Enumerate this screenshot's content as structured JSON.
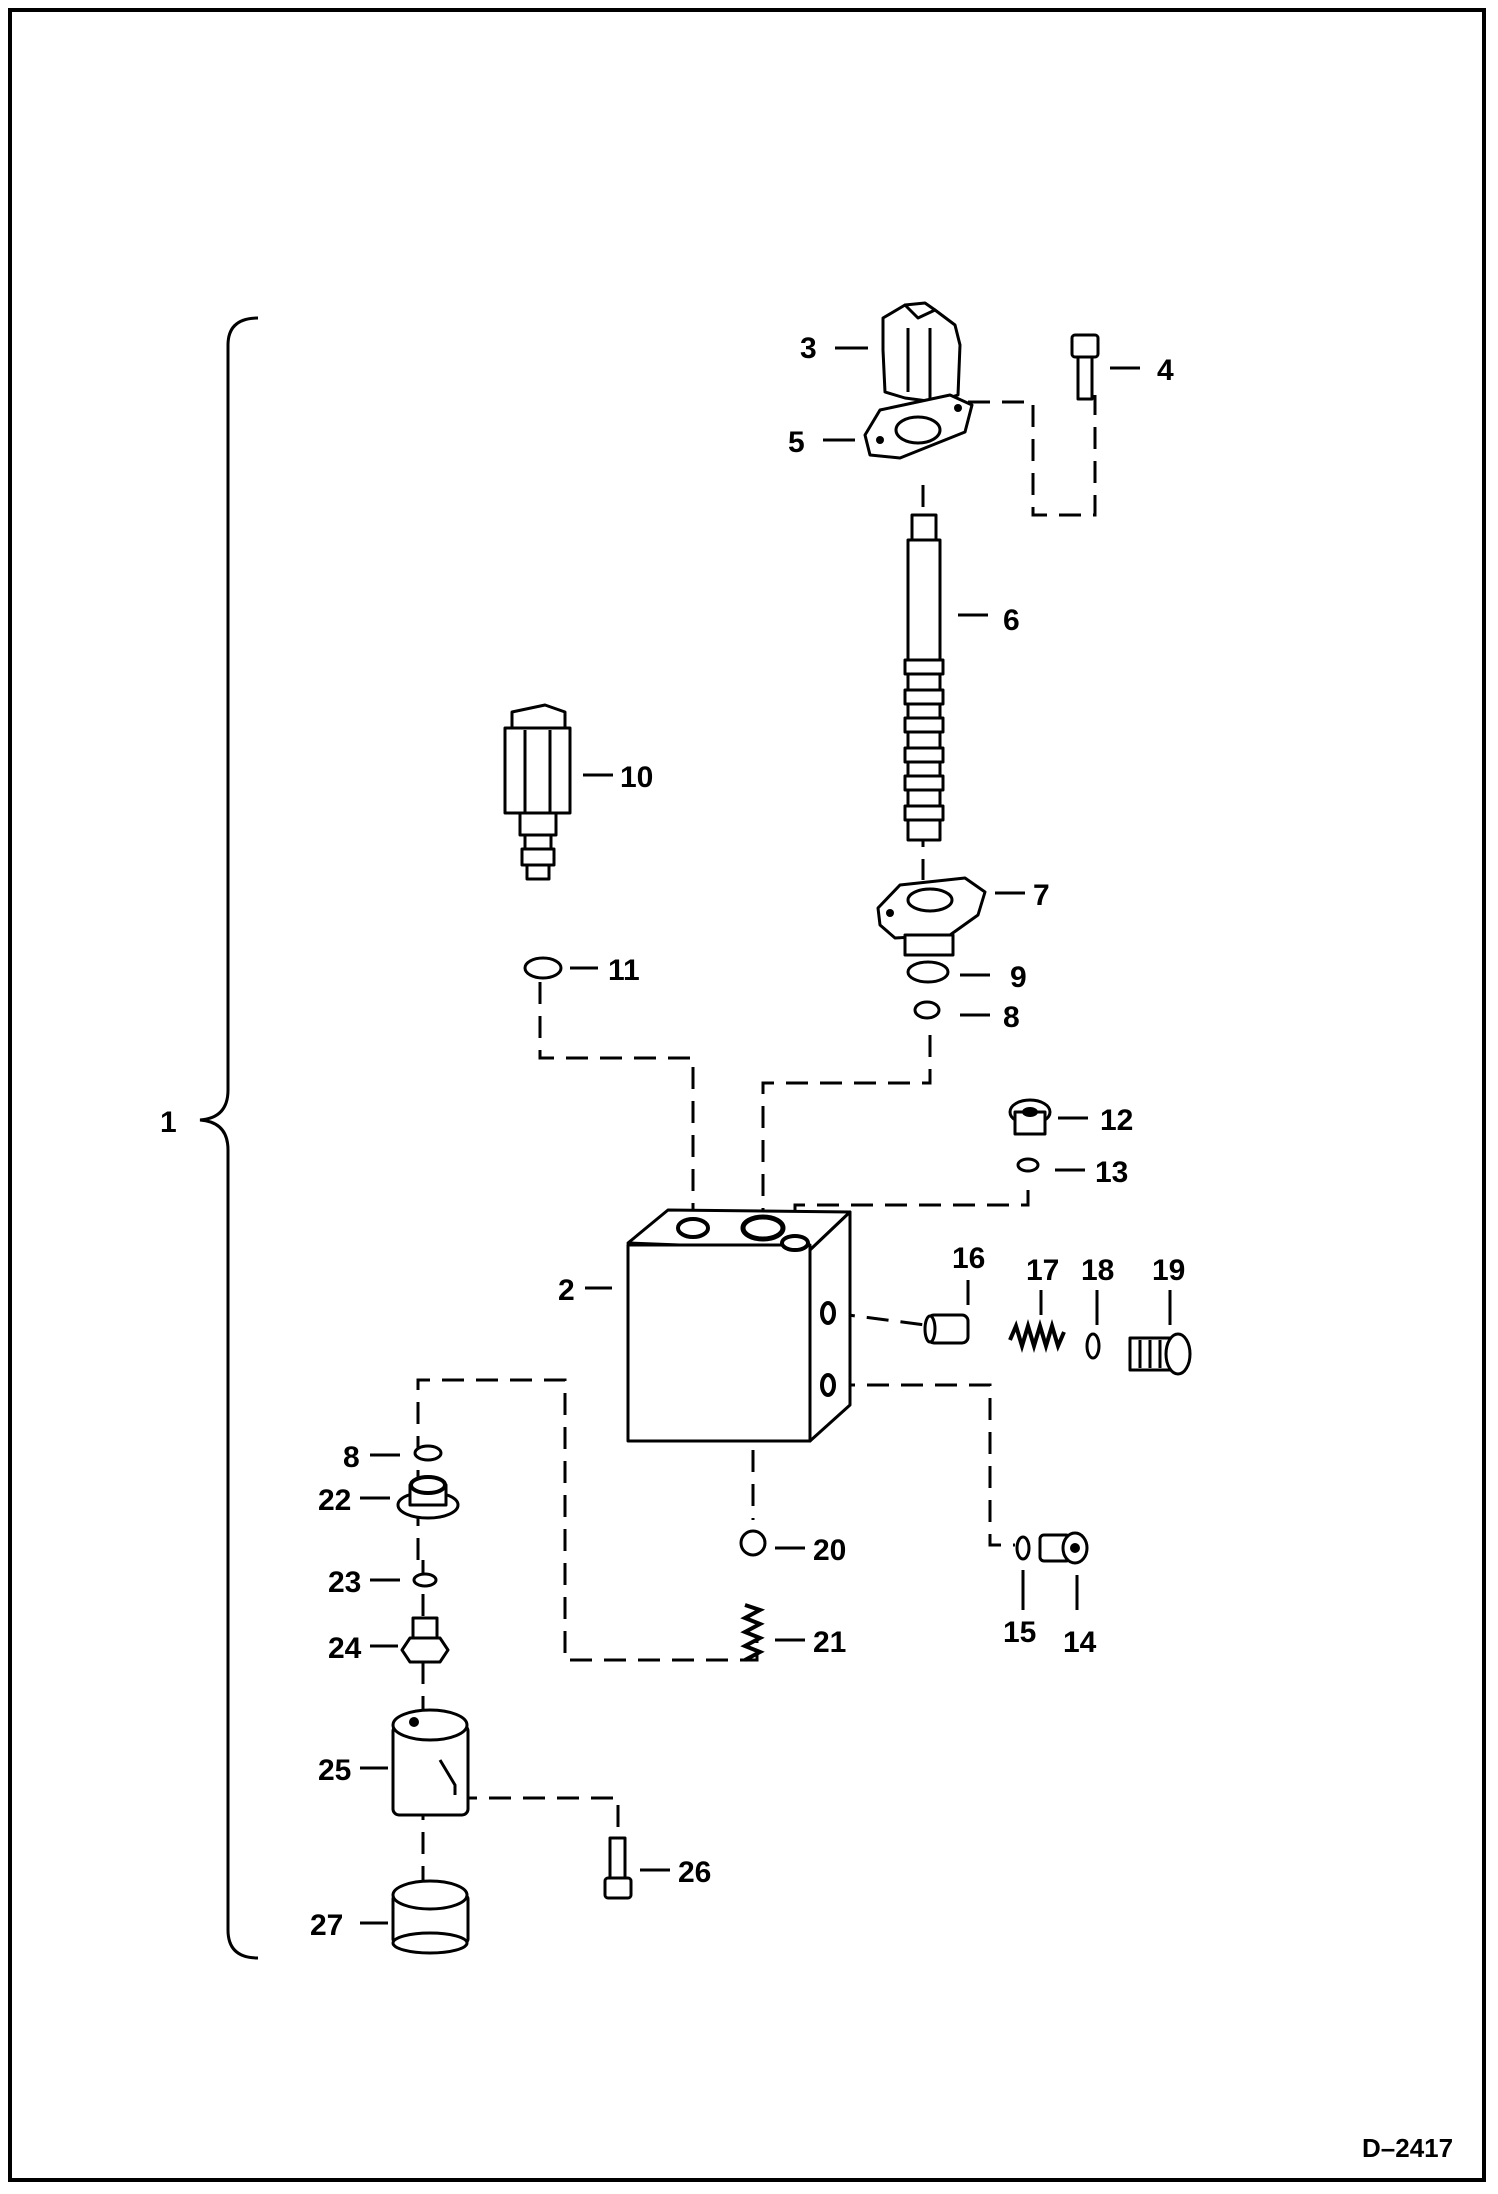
{
  "drawing_code": "D–2417",
  "callouts": {
    "assembly": "1",
    "valve_body": "2",
    "handle": "3",
    "cap_screw_top": "4",
    "gasket": "5",
    "spool": "6",
    "end_cap": "7",
    "o_ring_small": "8",
    "o_ring_end_cap": "9",
    "relief_valve": "10",
    "o_ring_relief": "11",
    "plug_top": "12",
    "o_ring_plug_top": "13",
    "plug_side": "14",
    "o_ring_plug_side": "15",
    "poppet": "16",
    "spring_side": "17",
    "o_ring_side": "18",
    "plug_fitting": "19",
    "ball": "20",
    "spring_bottom": "21",
    "washer_cap": "22",
    "o_ring_lower": "23",
    "adapter_fitting": "24",
    "lower_handle": "25",
    "cap_screw_lower": "26",
    "bushing": "27",
    "o_ring_lower_top": "8"
  }
}
